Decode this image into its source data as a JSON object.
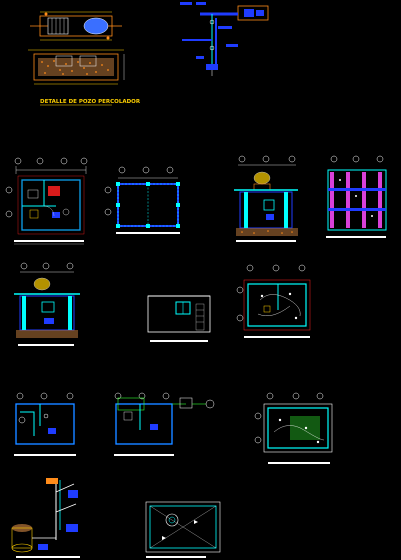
{
  "drawing": {
    "background": "#000000",
    "detail_title": "DETALLE DE POZO PERCOLADOR",
    "colors": {
      "wall_cyan": "#00ffff",
      "wall_blue": "#1f3cff",
      "dimension_white": "#ffffff",
      "axis_red": "#ff2020",
      "axis_bubble": "#3a8cff",
      "orange": "#ff8c1a",
      "yellow": "#ffd000",
      "magenta": "#ff4dff",
      "green": "#33ff33",
      "brown": "#b8763a"
    },
    "sheets": [
      {
        "id": "septic-tank-section",
        "caption": ""
      },
      {
        "id": "water-riser-isometric",
        "caption": ""
      },
      {
        "id": "floor-plan-architecture",
        "caption": ""
      },
      {
        "id": "floor-plan-structure",
        "caption": ""
      },
      {
        "id": "elevation-front-tank",
        "caption": ""
      },
      {
        "id": "plan-electrical-magenta",
        "caption": ""
      },
      {
        "id": "elevation-side-tank",
        "caption": ""
      },
      {
        "id": "elevation-facade",
        "caption": ""
      },
      {
        "id": "plan-electrical",
        "caption": ""
      },
      {
        "id": "plan-water",
        "caption": ""
      },
      {
        "id": "plan-sewage",
        "caption": ""
      },
      {
        "id": "plan-lighting",
        "caption": ""
      },
      {
        "id": "isometric-sanitary",
        "caption": ""
      },
      {
        "id": "plan-roof",
        "caption": ""
      }
    ]
  }
}
